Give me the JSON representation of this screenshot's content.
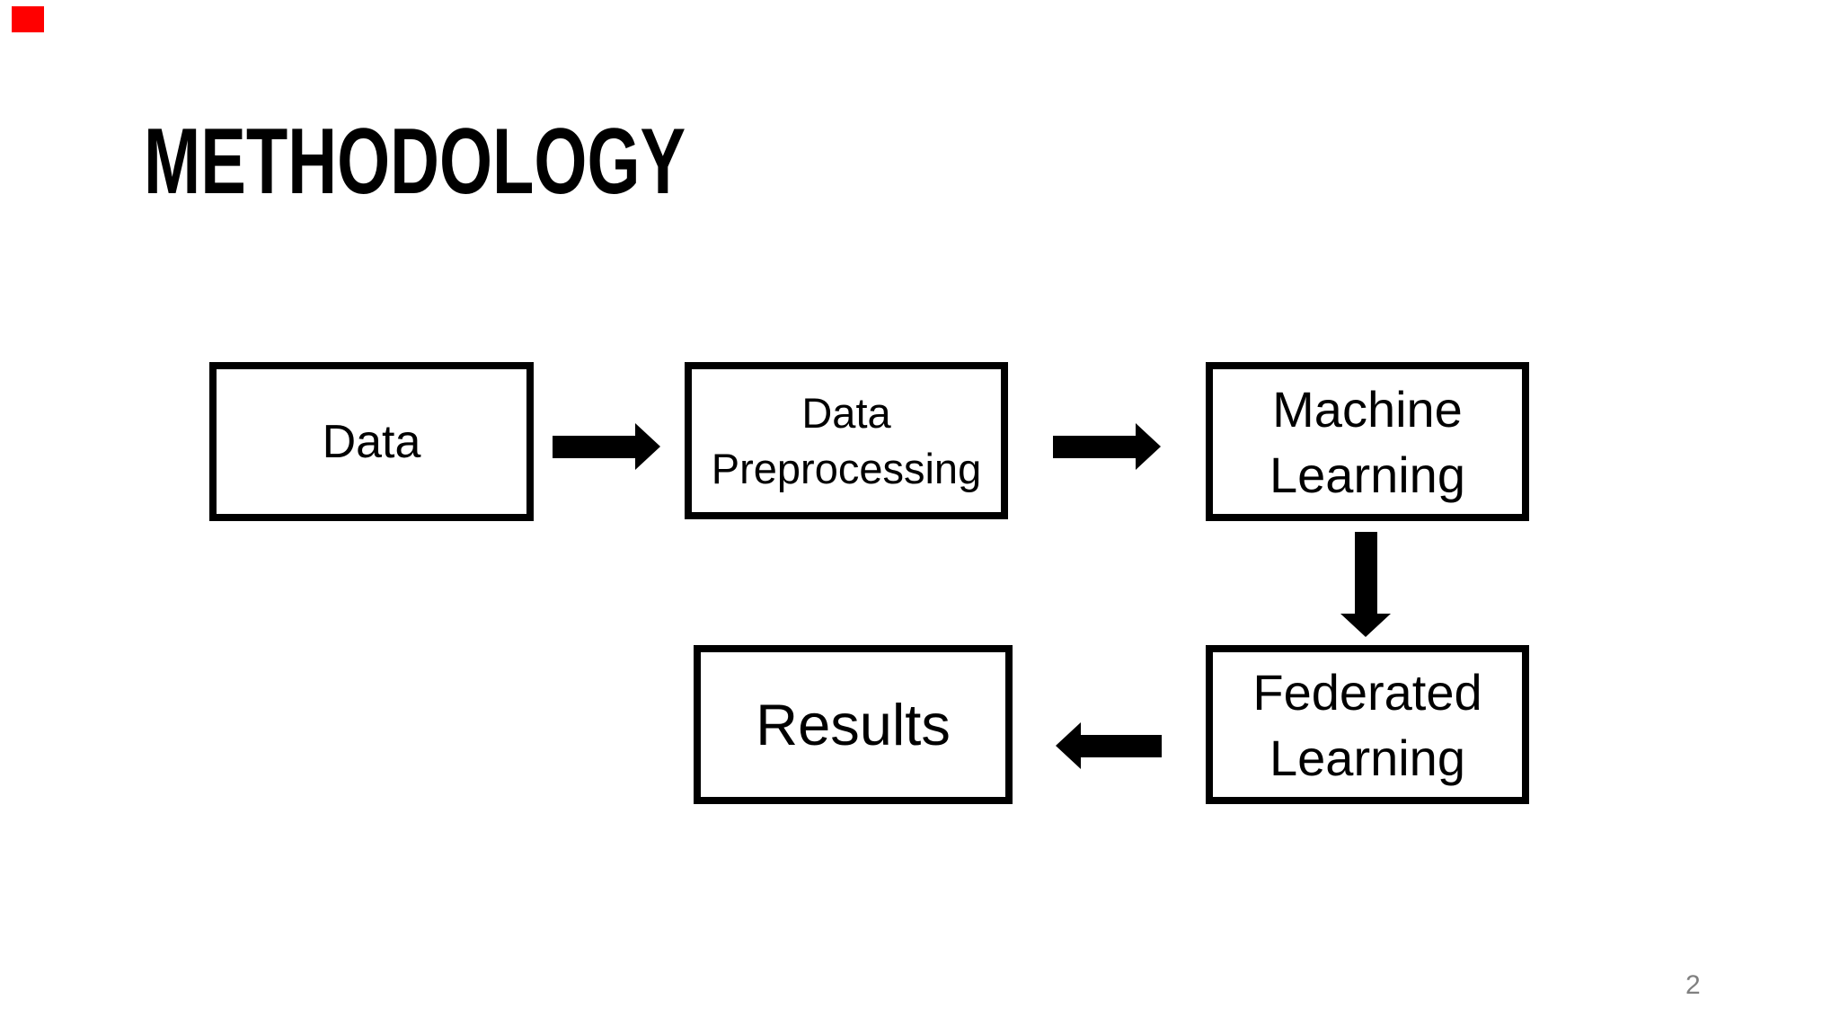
{
  "slide": {
    "title": "METHODOLOGY",
    "page_number": "2"
  },
  "colors": {
    "background": "#ffffff",
    "text": "#000000",
    "box_border": "#000000",
    "arrow": "#000000",
    "page_number": "#808080",
    "corner_marker": "#ff0000"
  },
  "diagram": {
    "type": "flowchart",
    "nodes": [
      {
        "id": "data",
        "lines": [
          "Data"
        ]
      },
      {
        "id": "data-preprocessing",
        "lines": [
          "Data",
          "Preprocessing"
        ]
      },
      {
        "id": "machine-learning",
        "lines": [
          "Machine",
          "Learning"
        ]
      },
      {
        "id": "federated-learning",
        "lines": [
          "Federated",
          "Learning"
        ]
      },
      {
        "id": "results",
        "lines": [
          "Results"
        ]
      }
    ],
    "flow": [
      {
        "from": "data",
        "to": "data-preprocessing",
        "direction": "right"
      },
      {
        "from": "data-preprocessing",
        "to": "machine-learning",
        "direction": "right"
      },
      {
        "from": "machine-learning",
        "to": "federated-learning",
        "direction": "down"
      },
      {
        "from": "federated-learning",
        "to": "results",
        "direction": "left"
      }
    ]
  }
}
